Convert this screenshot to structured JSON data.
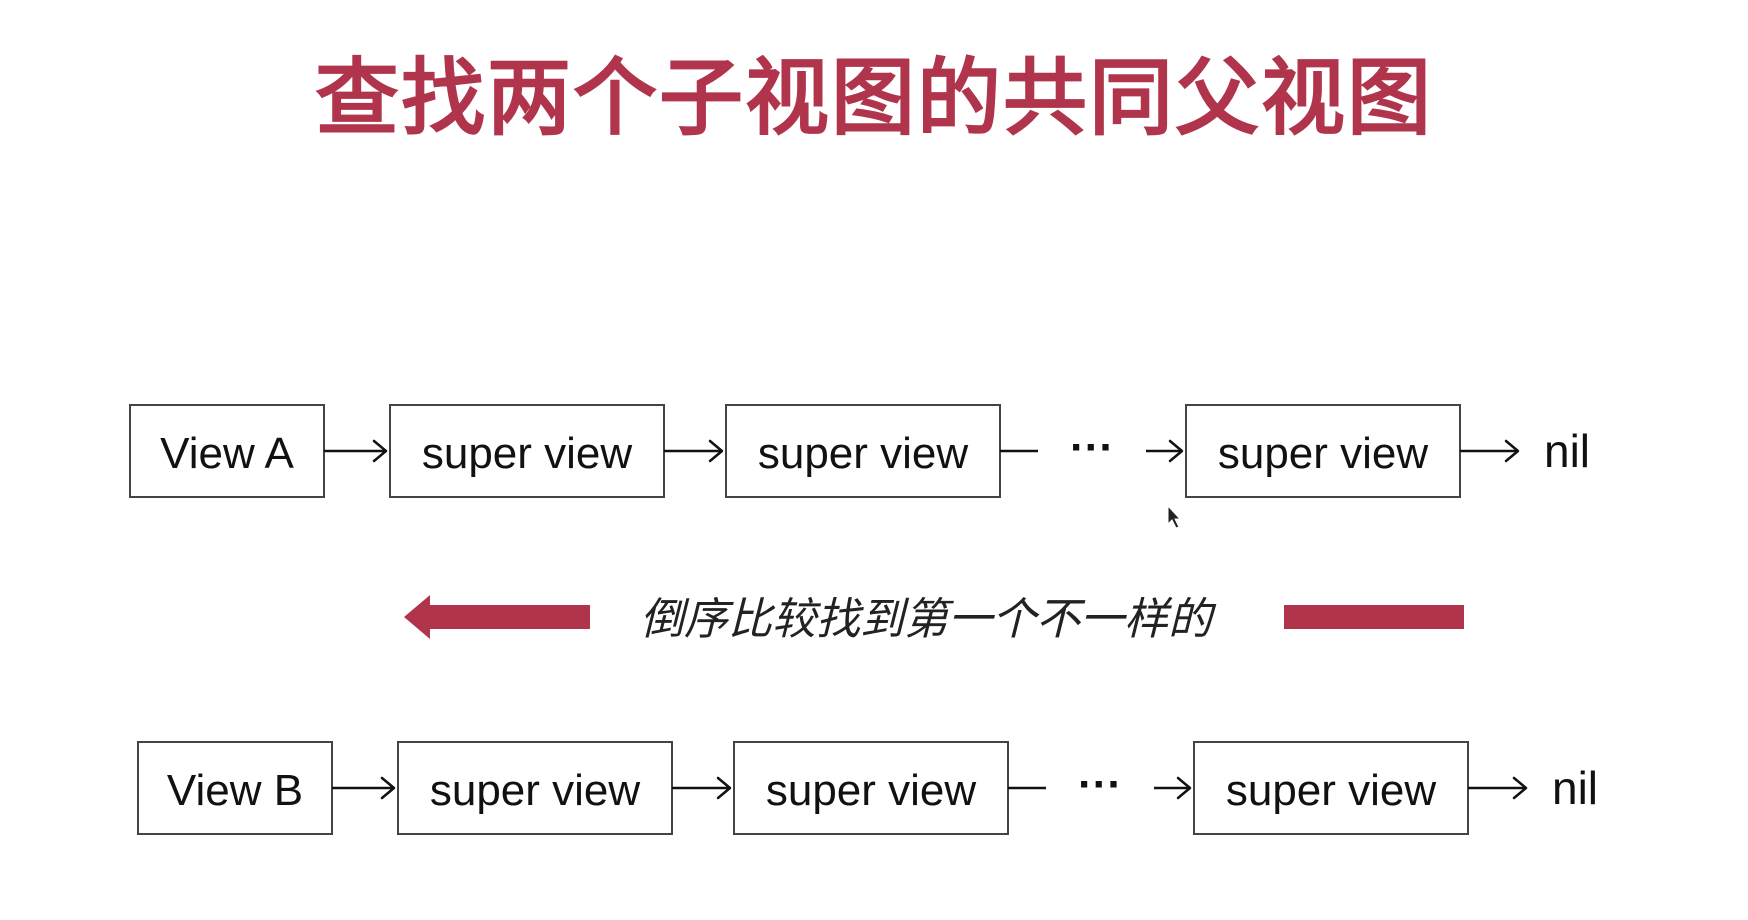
{
  "slide": {
    "title": "查找两个子视图的共同父视图",
    "accent_color": "#b0344c"
  },
  "chain_a": {
    "start": "View A",
    "nodes": [
      "super view",
      "super view",
      "super view"
    ],
    "ellipsis": "···",
    "end": "nil"
  },
  "chain_b": {
    "start": "View B",
    "nodes": [
      "super view",
      "super view",
      "super view"
    ],
    "ellipsis": "···",
    "end": "nil"
  },
  "compare": {
    "text": "倒序比较找到第一个不一样的",
    "direction": "left"
  }
}
